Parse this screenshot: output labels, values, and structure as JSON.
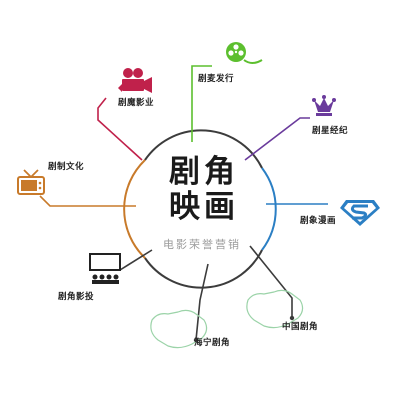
{
  "hub": {
    "title_line1": "剧角",
    "title_line2": "映画",
    "subtitle": "电影荣誉营销"
  },
  "branches": [
    {
      "label": "剧魔影业",
      "icon": "film-camera-icon",
      "color": "#c0214b"
    },
    {
      "label": "剧麦发行",
      "icon": "film-reel-icon",
      "color": "#5cbf2e"
    },
    {
      "label": "剧星经纪",
      "icon": "crown-icon",
      "color": "#6a3b9c"
    },
    {
      "label": "剧象漫画",
      "icon": "superman-shield-icon",
      "color": "#2b7fc4"
    },
    {
      "label": "中国剧角",
      "icon": "china-map-icon",
      "color": "#222222"
    },
    {
      "label": "海宁剧角",
      "icon": "china-map-icon",
      "color": "#222222"
    },
    {
      "label": "剧角影投",
      "icon": "cinema-screen-icon",
      "color": "#222222"
    },
    {
      "label": "剧制文化",
      "icon": "tv-icon",
      "color": "#c87a2a"
    }
  ]
}
